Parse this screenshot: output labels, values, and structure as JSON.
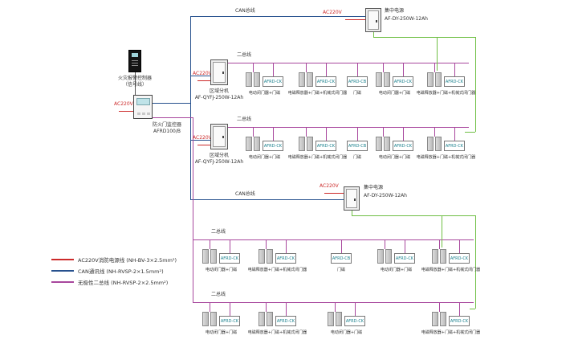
{
  "colors": {
    "ac_power_line": "#cc2a2a",
    "can_line": "#27518e",
    "two_bus_line": "#a8479d",
    "dc_power_line": "#6fbf44"
  },
  "legend": {
    "items": [
      {
        "label": "AC220V消防电源线 (NH-BV-3×2.5mm²)"
      },
      {
        "label": "CAN通讯线 (NH-RVSP-2×1.5mm²)"
      },
      {
        "label": "无极性二总线 (NH-RVSP-2×2.5mm²)"
      }
    ]
  },
  "controller": {
    "label": "火灾报警控制器",
    "sublabel": "（信号线）"
  },
  "monitor": {
    "power_label": "AC220V",
    "label": "防火门监控器",
    "model": "AFRD100/B"
  },
  "top_power": {
    "can_label": "CAN总线",
    "power_label": "AC220V",
    "label": "集中电源",
    "model": "AF-DY-250W-12Ah"
  },
  "mid_power": {
    "can_label": "CAN总线",
    "power_label": "AC220V",
    "label": "集中电源",
    "model": "AF-DY-250W-12Ah"
  },
  "rows": [
    {
      "bus_label": "二总线",
      "power_label": "AC220V",
      "unit": {
        "label": "区域分机",
        "model": "AF-QYFJ-250W-12Ah"
      },
      "clusters": [
        {
          "model": "AFRD-CK",
          "label": "电动闭门器+门磁"
        },
        {
          "model": "AFRD-CK",
          "label": "电磁释放器+门磁+机械式闭门器"
        },
        {
          "model": "AFRD-CB",
          "label": "门磁"
        },
        {
          "model": "AFRD-CK",
          "label": "电动闭门器+门磁"
        },
        {
          "model": "AFRD-CK",
          "label": "电磁释放器+门磁+机械式闭门器"
        }
      ]
    },
    {
      "bus_label": "二总线",
      "power_label": "AC220V",
      "unit": {
        "label": "区域分机",
        "model": "AF-QYFJ-250W-12Ah"
      },
      "clusters": [
        {
          "model": "AFRD-CK",
          "label": "电动闭门器+门磁"
        },
        {
          "model": "AFRD-CK",
          "label": "电磁释放器+门磁+机械式闭门器"
        },
        {
          "model": "AFRD-CB",
          "label": "门磁"
        },
        {
          "model": "AFRD-CK",
          "label": "电动闭门器+门磁"
        },
        {
          "model": "AFRD-CK",
          "label": "电磁释放器+门磁+机械式闭门器"
        }
      ]
    },
    {
      "bus_label": "二总线",
      "clusters": [
        {
          "model": "AFRD-CK",
          "label": "电动闭门器+门磁"
        },
        {
          "model": "AFRD-CK",
          "label": "电磁释放器+门磁+机械式闭门器"
        },
        {
          "model": "AFRD-CB",
          "label": "门磁"
        },
        {
          "model": "AFRD-CK",
          "label": "电动闭门器+门磁"
        },
        {
          "model": "AFRD-CK",
          "label": "电磁释放器+门磁+机械式闭门器"
        }
      ]
    },
    {
      "bus_label": "二总线",
      "clusters": [
        {
          "model": "AFRD-CK",
          "label": "电动闭门器+门磁"
        },
        {
          "model": "AFRD-CK",
          "label": "电磁释放器+门磁+机械式闭门器"
        },
        {
          "model": "AFRD-CK",
          "label": "电动闭门器+门磁"
        },
        {
          "model": "AFRD-CK",
          "label": "电磁释放器+门磁+机械式闭门器"
        }
      ]
    }
  ]
}
